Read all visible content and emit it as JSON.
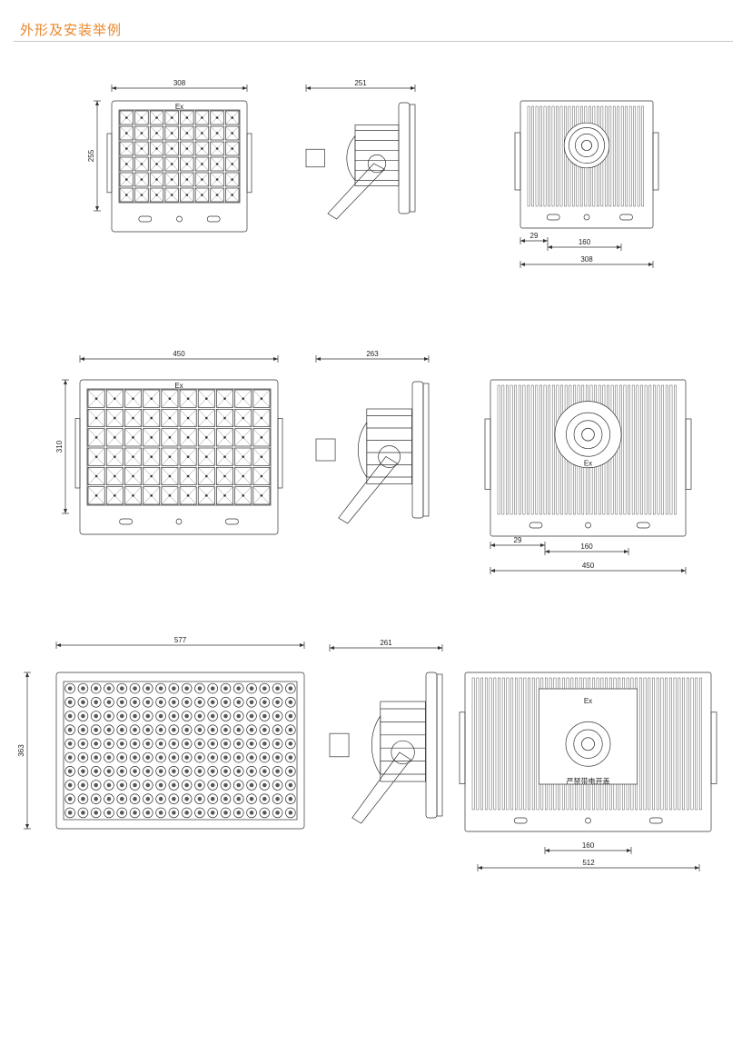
{
  "header": {
    "title": "外形及安装举例",
    "accent_color": "#e8872a"
  },
  "models": [
    {
      "front": {
        "width_label": "308",
        "height_label": "255",
        "mark": "Ex"
      },
      "side": {
        "depth_label": "251"
      },
      "back": {
        "offset_label": "29",
        "hole_spacing_label": "160",
        "width_label": "308"
      }
    },
    {
      "front": {
        "width_label": "450",
        "height_label": "310",
        "mark": "Ex"
      },
      "side": {
        "depth_label": "263"
      },
      "back": {
        "offset_label": "29",
        "hole_spacing_label": "160",
        "width_label": "450",
        "mark": "Ex"
      }
    },
    {
      "front": {
        "width_label": "577",
        "height_label": "363"
      },
      "side": {
        "depth_label": "261"
      },
      "back": {
        "hole_spacing_label": "160",
        "width_label": "512",
        "mark": "Ex",
        "warning": "严禁带电开盖"
      }
    }
  ]
}
